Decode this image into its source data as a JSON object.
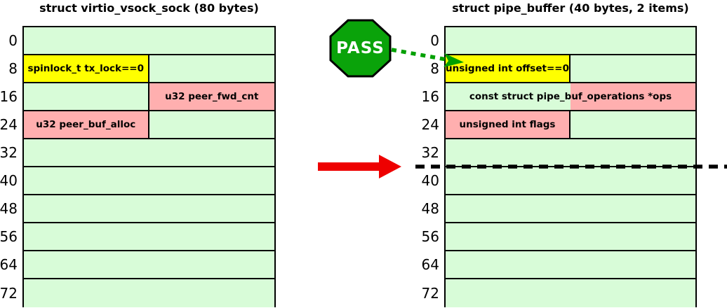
{
  "colors": {
    "cell_green": "#d8fcd8",
    "cell_pink": "#ffafaf",
    "cell_yellow": "#ffff00",
    "octagon_green": "#0aa30a",
    "arrow_green": "#00a000",
    "arrow_red": "#ee0000",
    "border_black": "#000000"
  },
  "badge": {
    "label": "PASS"
  },
  "left_struct": {
    "title": "struct virtio_vsock_sock (80 bytes)",
    "rows": [
      {
        "offset": "0",
        "cells": [
          {
            "label": "",
            "bg": "green",
            "width": "full",
            "divider": false
          }
        ]
      },
      {
        "offset": "8",
        "cells": [
          {
            "label": "spinlock_t tx_lock==0",
            "bg": "yellow",
            "width": "half",
            "divider": true
          },
          {
            "label": "",
            "bg": "green",
            "width": "rest",
            "divider": false
          }
        ]
      },
      {
        "offset": "16",
        "cells": [
          {
            "label": "",
            "bg": "green",
            "width": "half",
            "divider": true
          },
          {
            "label": "u32 peer_fwd_cnt",
            "bg": "pink",
            "width": "rest",
            "divider": false
          }
        ]
      },
      {
        "offset": "24",
        "cells": [
          {
            "label": "u32 peer_buf_alloc",
            "bg": "pink",
            "width": "half",
            "divider": true
          },
          {
            "label": "",
            "bg": "green",
            "width": "rest",
            "divider": false
          }
        ]
      },
      {
        "offset": "32",
        "cells": [
          {
            "label": "",
            "bg": "green",
            "width": "full",
            "divider": false
          }
        ]
      },
      {
        "offset": "40",
        "cells": [
          {
            "label": "",
            "bg": "green",
            "width": "full",
            "divider": false
          }
        ]
      },
      {
        "offset": "48",
        "cells": [
          {
            "label": "",
            "bg": "green",
            "width": "full",
            "divider": false
          }
        ]
      },
      {
        "offset": "56",
        "cells": [
          {
            "label": "",
            "bg": "green",
            "width": "full",
            "divider": false
          }
        ]
      },
      {
        "offset": "64",
        "cells": [
          {
            "label": "",
            "bg": "green",
            "width": "full",
            "divider": false
          }
        ]
      },
      {
        "offset": "72",
        "cells": [
          {
            "label": "",
            "bg": "green",
            "width": "full",
            "divider": false
          }
        ]
      }
    ]
  },
  "right_struct": {
    "title": "struct pipe_buffer (40 bytes, 2 items)",
    "rows": [
      {
        "offset": "0",
        "cells": [
          {
            "label": "",
            "bg": "green",
            "width": "full",
            "divider": false
          }
        ]
      },
      {
        "offset": "8",
        "cells": [
          {
            "label": "unsigned int offset==0",
            "bg": "yellow",
            "width": "half",
            "divider": true
          },
          {
            "label": "",
            "bg": "green",
            "width": "rest",
            "divider": false
          }
        ]
      },
      {
        "offset": "16",
        "cells": [
          {
            "label": "const struct pipe_buf_operations *ops",
            "bg": "split",
            "width": "full",
            "divider": false
          }
        ]
      },
      {
        "offset": "24",
        "cells": [
          {
            "label": "unsigned int flags",
            "bg": "pink",
            "width": "half",
            "divider": true
          },
          {
            "label": "",
            "bg": "green",
            "width": "rest",
            "divider": false
          }
        ]
      },
      {
        "offset": "32",
        "cells": [
          {
            "label": "",
            "bg": "green",
            "width": "full",
            "divider": false
          }
        ]
      },
      {
        "offset": "40",
        "cells": [
          {
            "label": "",
            "bg": "green",
            "width": "full",
            "divider": false
          }
        ]
      },
      {
        "offset": "48",
        "cells": [
          {
            "label": "",
            "bg": "green",
            "width": "full",
            "divider": false
          }
        ]
      },
      {
        "offset": "56",
        "cells": [
          {
            "label": "",
            "bg": "green",
            "width": "full",
            "divider": false
          }
        ]
      },
      {
        "offset": "64",
        "cells": [
          {
            "label": "",
            "bg": "green",
            "width": "full",
            "divider": false
          }
        ]
      },
      {
        "offset": "72",
        "cells": [
          {
            "label": "",
            "bg": "green",
            "width": "full",
            "divider": false
          }
        ]
      }
    ]
  }
}
